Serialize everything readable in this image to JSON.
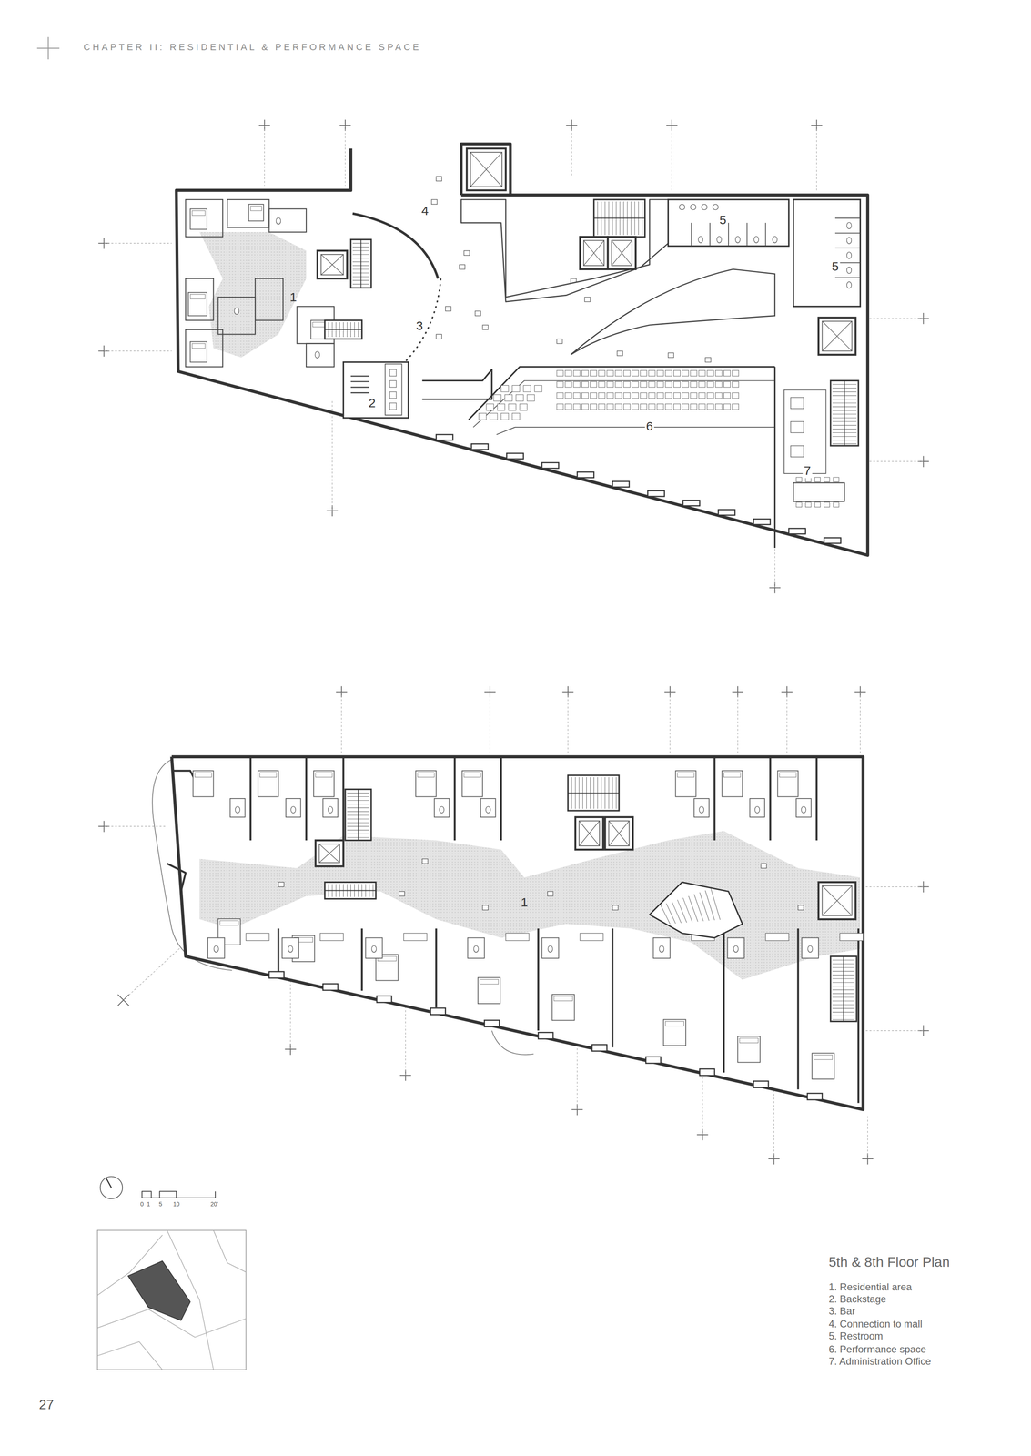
{
  "diagram": {
    "title": "5th & 8th Floor Plan",
    "labels": [
      "CHAPTER II: RESIDENTIAL & PERFORMANCE SPACE",
      "4",
      "1",
      "3",
      "2",
      "5",
      "5",
      "6",
      "7",
      "1",
      "0",
      "1",
      "5",
      "10",
      "20'",
      "1. Residential area",
      "2. Backstage",
      "3. Bar",
      "4. Connection to mall",
      "5. Restroom",
      "6. Performance space",
      "7. Administration Office",
      "27"
    ]
  }
}
